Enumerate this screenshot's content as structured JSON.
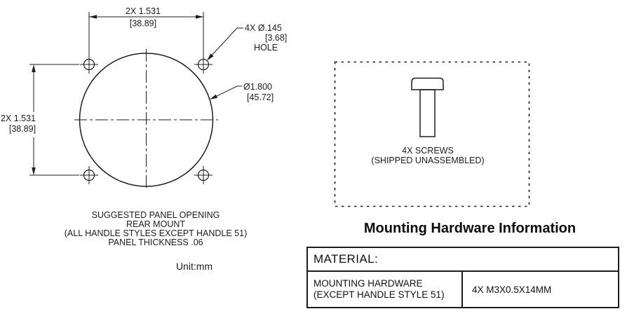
{
  "drawing": {
    "dim_top": {
      "line1": "2X 1.531",
      "line2": "[38.89]"
    },
    "dim_left": {
      "line1": "2X 1.531",
      "line2": "[38.89]"
    },
    "hole_callout": {
      "line1": "4X Ø.145",
      "line2": "[3.68]",
      "line3": "HOLE"
    },
    "diameter_callout": {
      "line1": "Ø1.800",
      "line2": "[45.72]"
    },
    "caption": {
      "line1": "SUGGESTED PANEL OPENING",
      "line2": "REAR MOUNT",
      "line3": "(ALL HANDLE STYLES EXCEPT HANDLE 51)",
      "line4": "PANEL THICKNESS .06"
    },
    "unit_note": "Unit:mm"
  },
  "hardware_box": {
    "label_line1": "4X SCREWS",
    "label_line2": "(SHIPPED UNASSEMBLED)"
  },
  "hardware_info": {
    "title": "Mounting Hardware Information",
    "table": {
      "header": "MATERIAL:",
      "row": {
        "label_line1": "MOUNTING HARDWARE",
        "label_line2": "(EXCEPT HANDLE STYLE 51)",
        "value": "4X M3X0.5X14MM"
      }
    }
  },
  "colors": {
    "line": "#1d1d1d",
    "background": "#ffffff"
  }
}
